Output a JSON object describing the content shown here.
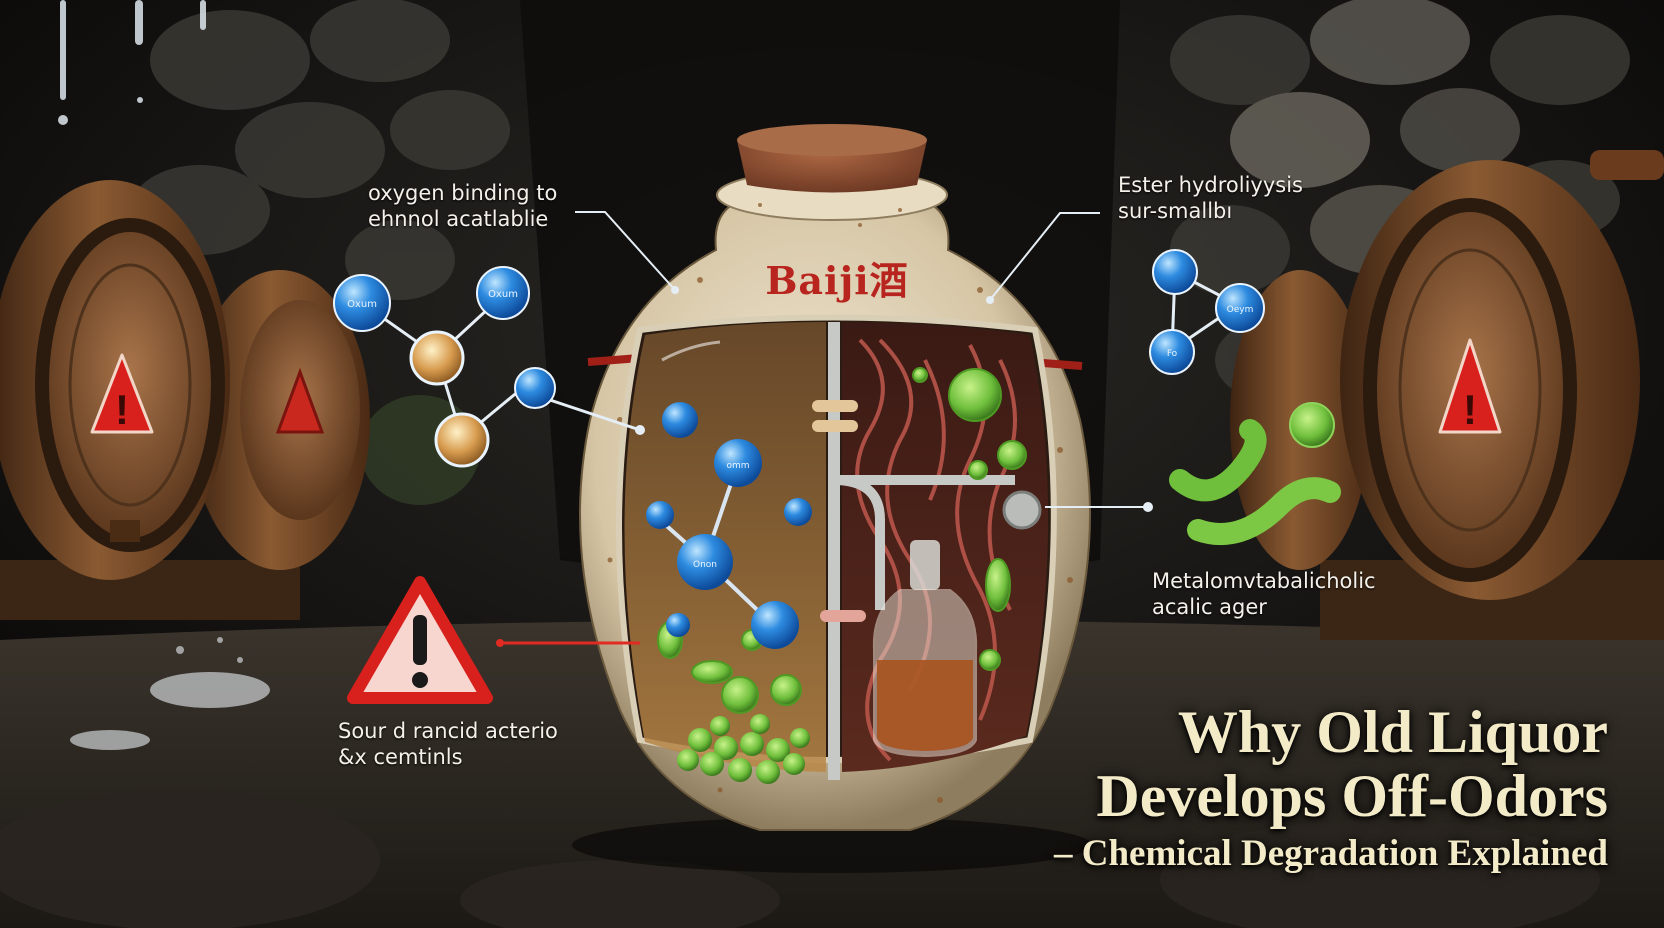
{
  "jar": {
    "brand": "Baiji酒"
  },
  "annotations": {
    "top_left": {
      "line1": "oxygen binding to",
      "line2": "ehnnol acatlablie"
    },
    "top_right": {
      "line1": "Ester hydroliyysis",
      "line2": "sur-smallbı"
    },
    "mid_right": {
      "line1": "Metalomvtabalicholic",
      "line2": "acalic ager"
    },
    "bottom_left": {
      "line1": "Sour d rancid acterio",
      "line2": "&x cemtinls"
    }
  },
  "title": {
    "line1": "Why Old Liquor",
    "line2": "Develops Off-Odors",
    "line3": "– Chemical Degradation Explained"
  },
  "molecules": {
    "left": [
      "Oxum",
      "Oxum"
    ],
    "jar": [
      "omm",
      "Onon"
    ],
    "right": [
      "Oeym",
      "Fo"
    ]
  },
  "colors": {
    "warning_red": "#d8201c",
    "molecule_blue": "#2d8be0",
    "bacteria_green": "#6fbf3c",
    "title_cream": "#f3ebc8"
  }
}
